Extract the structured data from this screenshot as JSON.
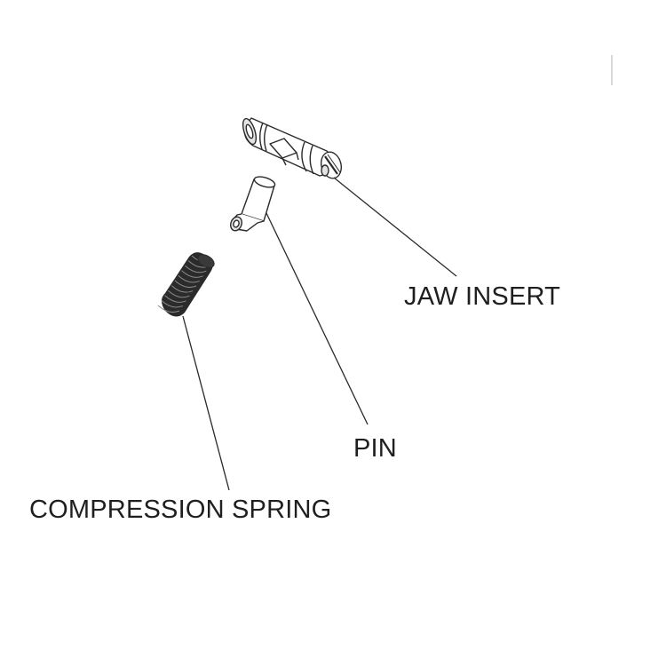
{
  "labels": {
    "jaw_insert": "JAW INSERT",
    "pin": "PIN",
    "compression_spring": "COMPRESSION SPRING"
  },
  "colors": {
    "line": "#2a2a2a",
    "part_fill": "#ffffff",
    "part_shade": "#e4e4e4",
    "spring_dark": "#2b2b2b",
    "text": "#1f1f1f"
  },
  "icons": {
    "jaw_insert": "jaw-insert-part-icon",
    "pin": "pin-part-icon",
    "spring": "compression-spring-icon"
  }
}
